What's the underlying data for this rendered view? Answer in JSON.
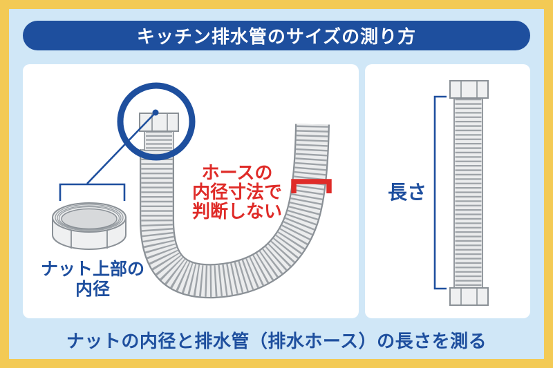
{
  "header": {
    "title": "キッチン排水管のサイズの測り方"
  },
  "caption": {
    "text": "ナットの内径と排水管（排水ホース）の長さを測る"
  },
  "left_panel": {
    "hose_note": {
      "line1": "ホースの",
      "line2": "内径寸法で",
      "line3": "判断しない"
    },
    "nut_label": {
      "line1": "ナット上部の",
      "line2": "内径"
    }
  },
  "right_panel": {
    "length_label": "長さ"
  },
  "icons": {
    "highlight_circle": "circle-highlight-icon",
    "measure_brackets": "measurement-bracket-icon",
    "no_measure_marker": "red-bracket-marker-icon"
  },
  "colors": {
    "frame_yellow": "#F3CA55",
    "background_blue": "#D0E7F7",
    "primary_blue": "#1E4F9E",
    "warning_red": "#DF2B28",
    "panel_white": "#FFFFFF",
    "hose_fill": "#EBECED",
    "hose_stripe": "#9EA3A8",
    "hose_outline": "#8A9096",
    "nut_fill": "#EFF0F1",
    "nut_hole": "#D7D9DB"
  }
}
